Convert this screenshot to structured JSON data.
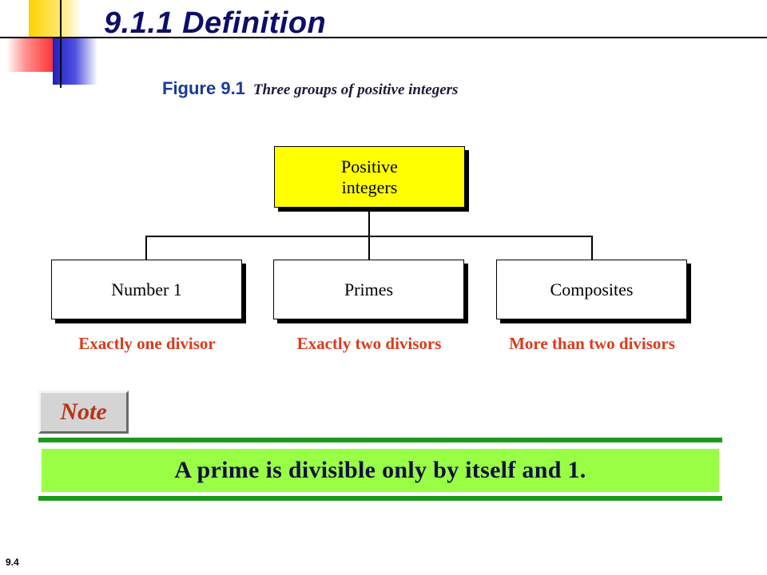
{
  "slide": {
    "title": "9.1.1  Definition",
    "page_number": "9.4"
  },
  "figure": {
    "number": "Figure 9.1",
    "caption": "Three groups of positive integers"
  },
  "diagram": {
    "root": {
      "label": "Positive\nintegers",
      "fill": "#ffff00"
    },
    "children": [
      {
        "label": "Number 1",
        "description": "Exactly one divisor"
      },
      {
        "label": "Primes",
        "description": "Exactly two divisors"
      },
      {
        "label": "Composites",
        "description": "More than two divisors"
      }
    ],
    "description_color": "#d93a1c"
  },
  "note": {
    "tag": "Note",
    "text": "A prime is divisible only by itself and 1.",
    "band_color": "#99ff44",
    "rule_color": "#1a9a1a"
  }
}
